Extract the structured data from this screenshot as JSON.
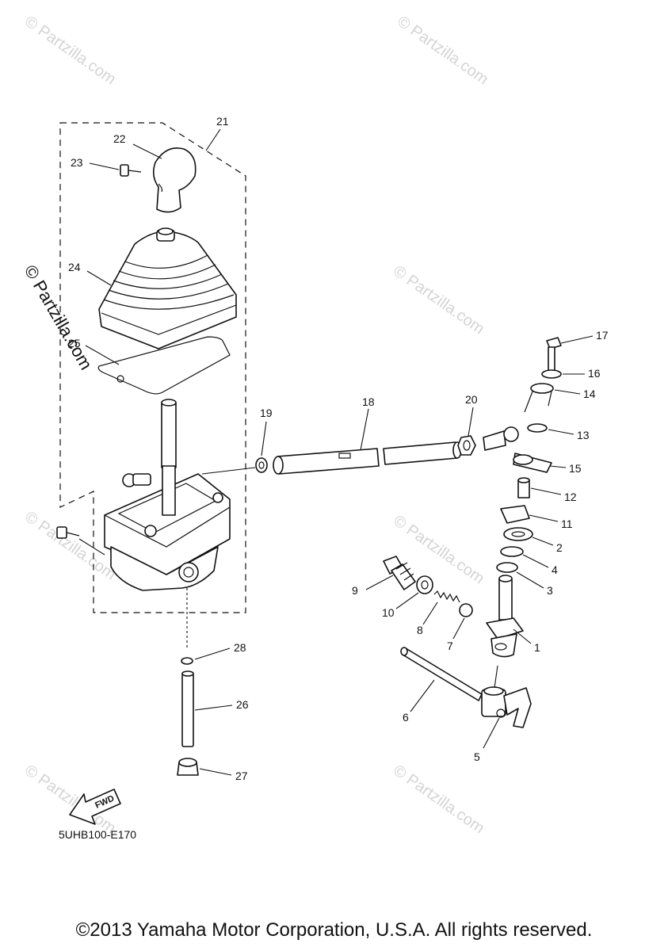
{
  "diagram": {
    "kit_label": "21",
    "code": "5UHB100-E170",
    "fwd_label": "FWD",
    "watermark": "© Partzilla.com",
    "callouts": {
      "n1": "1",
      "n2": "2",
      "n3": "3",
      "n4": "4",
      "n5": "5",
      "n6": "6",
      "n7": "7",
      "n8": "8",
      "n9": "9",
      "n10": "10",
      "n11": "11",
      "n12": "12",
      "n13": "13",
      "n14": "14",
      "n15": "15",
      "n16": "16",
      "n17": "17",
      "n18": "18",
      "n19": "19",
      "n20": "20",
      "n22": "22",
      "n23": "23",
      "n24": "24",
      "n25": "25",
      "n26": "26",
      "n27": "27",
      "n28": "28"
    }
  },
  "footer": {
    "copyright": "©2013 Yamaha Motor Corporation, U.S.A. All rights reserved."
  }
}
